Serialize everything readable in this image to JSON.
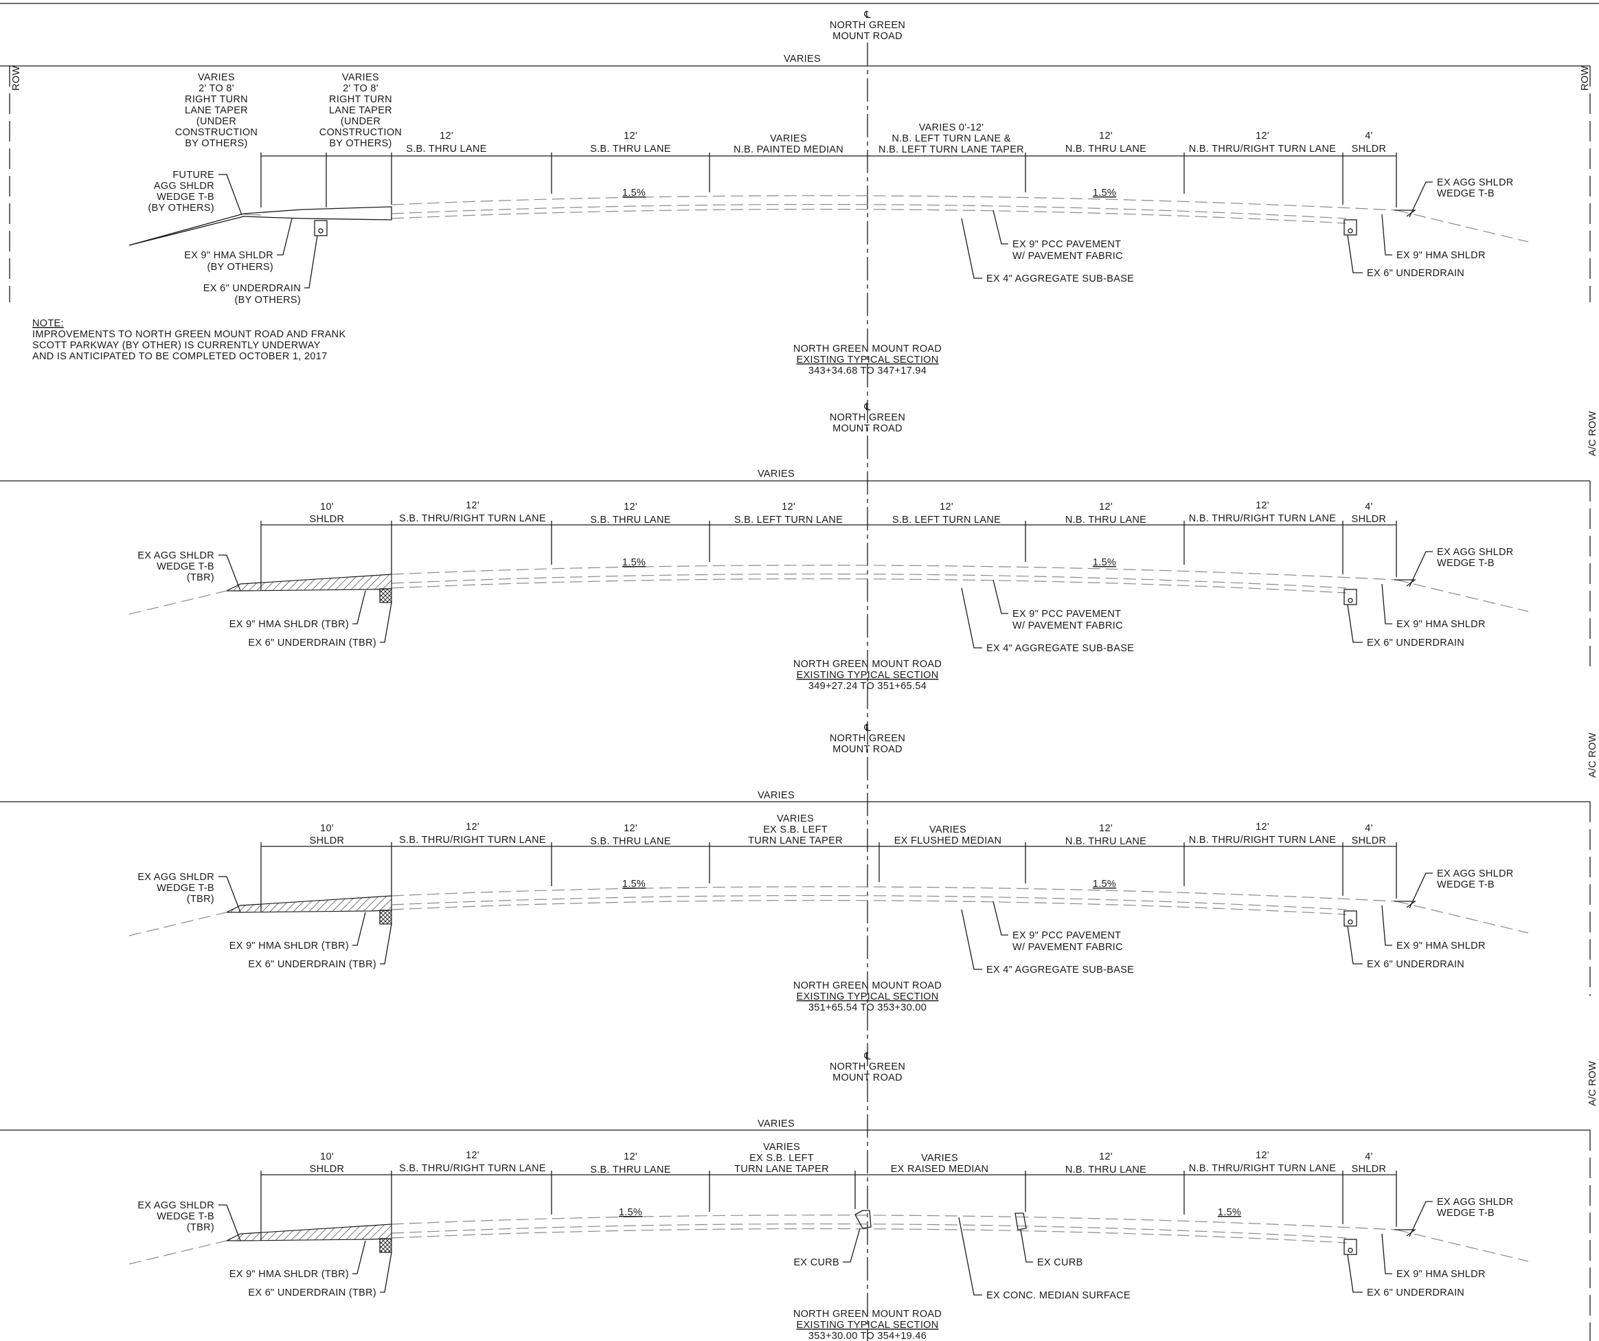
{
  "centerline": {
    "symbol": "℄",
    "line1": "NORTH GREEN",
    "line2": "MOUNT ROAD"
  },
  "labels": {
    "varies": "VARIES",
    "row": "ROW",
    "ac_row": "A/C ROW",
    "shldr_10": "10'",
    "shldr": "SHLDR",
    "slope": "1.5%",
    "twelve": "12'",
    "four": "4'"
  },
  "note": {
    "heading": "NOTE:",
    "line1": "IMPROVEMENTS TO NORTH GREEN MOUNT ROAD AND FRANK",
    "line2": "SCOTT PARKWAY (BY OTHER) IS CURRENTLY UNDERWAY",
    "line3": "AND IS ANTICIPATED TO BE COMPLETED OCTOBER 1, 2017"
  },
  "sections": [
    {
      "title": "NORTH GREEN MOUNT ROAD",
      "subtitle": "EXISTING TYPICAL SECTION",
      "station": "343+34.68  TO  347+17.94",
      "lanes": [
        [
          "12'",
          "S.B. THRU LANE"
        ],
        [
          "12'",
          "S.B. THRU LANE"
        ],
        [
          "VARIES",
          "N.B. PAINTED MEDIAN"
        ],
        [
          "VARIES 0'-12'",
          "N.B. LEFT TURN LANE &",
          "N.B. LEFT TURN LANE TAPER"
        ],
        [
          "12'",
          "N.B. THRU LANE"
        ],
        [
          "12'",
          "N.B. THRU/RIGHT TURN LANE"
        ],
        [
          "4'",
          "SHLDR"
        ]
      ],
      "taper": [
        "VARIES",
        "2' TO 8'",
        "RIGHT TURN",
        "LANE TAPER",
        "(UNDER",
        "CONSTRUCTION",
        "BY OTHERS)"
      ],
      "left_callouts": {
        "future": [
          "FUTURE",
          "AGG SHLDR",
          "WEDGE T-B",
          "(BY OTHERS)"
        ],
        "hma": [
          "EX 9\" HMA SHLDR",
          "(BY OTHERS)"
        ],
        "underdrain": [
          "EX 6\" UNDERDRAIN",
          "(BY OTHERS)"
        ]
      },
      "mid_callouts": {
        "pcc": [
          "EX 9\" PCC PAVEMENT",
          "W/ PAVEMENT FABRIC"
        ],
        "sub": "EX 4\" AGGREGATE SUB-BASE"
      },
      "right_callouts": {
        "wedge": [
          "EX AGG SHLDR",
          "WEDGE T-B"
        ],
        "hma": "EX 9\" HMA SHLDR",
        "underdrain": "EX 6\" UNDERDRAIN"
      }
    },
    {
      "title": "NORTH GREEN MOUNT ROAD",
      "subtitle": "EXISTING TYPICAL SECTION",
      "station": "349+27.24  TO  351+65.54",
      "lanes": [
        [
          "12'",
          "S.B. THRU/RIGHT TURN LANE"
        ],
        [
          "12'",
          "S.B. THRU LANE"
        ],
        [
          "12'",
          "S.B. LEFT TURN LANE"
        ],
        [
          "12'",
          "S.B. LEFT TURN LANE"
        ],
        [
          "12'",
          "N.B. THRU LANE"
        ],
        [
          "12'",
          "N.B. THRU/RIGHT TURN LANE"
        ],
        [
          "4'",
          "SHLDR"
        ]
      ],
      "left_callouts": {
        "wedge": [
          "EX AGG SHLDR",
          "WEDGE T-B",
          "(TBR)"
        ],
        "hma": "EX 9\" HMA SHLDR (TBR)",
        "underdrain": "EX 6\" UNDERDRAIN (TBR)"
      },
      "mid_callouts": {
        "pcc": [
          "EX 9\" PCC PAVEMENT",
          "W/ PAVEMENT FABRIC"
        ],
        "sub": "EX 4\" AGGREGATE SUB-BASE"
      },
      "right_callouts": {
        "wedge": [
          "EX AGG SHLDR",
          "WEDGE T-B"
        ],
        "hma": "EX 9\" HMA SHLDR",
        "underdrain": "EX 6\" UNDERDRAIN"
      }
    },
    {
      "title": "NORTH GREEN MOUNT ROAD",
      "subtitle": "EXISTING TYPICAL SECTION",
      "station": "351+65.54  TO  353+30.00",
      "lanes": [
        [
          "12'",
          "S.B. THRU/RIGHT TURN LANE"
        ],
        [
          "12'",
          "S.B. THRU LANE"
        ],
        [
          "VARIES",
          "EX S.B. LEFT",
          "TURN LANE TAPER"
        ],
        [
          "VARIES",
          "EX FLUSHED MEDIAN"
        ],
        [
          "12'",
          "N.B. THRU LANE"
        ],
        [
          "12'",
          "N.B. THRU/RIGHT TURN LANE"
        ],
        [
          "4'",
          "SHLDR"
        ]
      ],
      "left_callouts": {
        "wedge": [
          "EX AGG SHLDR",
          "WEDGE T-B",
          "(TBR)"
        ],
        "hma": "EX 9\" HMA SHLDR (TBR)",
        "underdrain": "EX 6\" UNDERDRAIN (TBR)"
      },
      "mid_callouts": {
        "pcc": [
          "EX 9\" PCC PAVEMENT",
          "W/ PAVEMENT FABRIC"
        ],
        "sub": "EX 4\" AGGREGATE SUB-BASE"
      },
      "right_callouts": {
        "wedge": [
          "EX AGG SHLDR",
          "WEDGE T-B"
        ],
        "hma": "EX 9\" HMA SHLDR",
        "underdrain": "EX 6\" UNDERDRAIN"
      }
    },
    {
      "title": "NORTH GREEN MOUNT ROAD",
      "subtitle": "EXISTING TYPICAL SECTION",
      "station": "353+30.00  TO  354+19.46",
      "lanes": [
        [
          "12'",
          "S.B. THRU/RIGHT TURN LANE"
        ],
        [
          "12'",
          "S.B. THRU LANE"
        ],
        [
          "VARIES",
          "EX S.B. LEFT",
          "TURN LANE TAPER"
        ],
        [
          "VARIES",
          "EX RAISED MEDIAN"
        ],
        [
          "12'",
          "N.B. THRU LANE"
        ],
        [
          "12'",
          "N.B. THRU/RIGHT TURN LANE"
        ],
        [
          "4'",
          "SHLDR"
        ]
      ],
      "left_callouts": {
        "wedge": [
          "EX AGG SHLDR",
          "WEDGE T-B",
          "(TBR)"
        ],
        "hma": "EX 9\" HMA SHLDR (TBR)",
        "underdrain": "EX 6\" UNDERDRAIN (TBR)"
      },
      "mid_callouts": {
        "curb": "EX CURB",
        "median": "EX CONC. MEDIAN SURFACE"
      },
      "right_callouts": {
        "wedge": [
          "EX AGG SHLDR",
          "WEDGE T-B"
        ],
        "hma": "EX 9\" HMA SHLDR",
        "underdrain": "EX 6\" UNDERDRAIN"
      }
    }
  ]
}
